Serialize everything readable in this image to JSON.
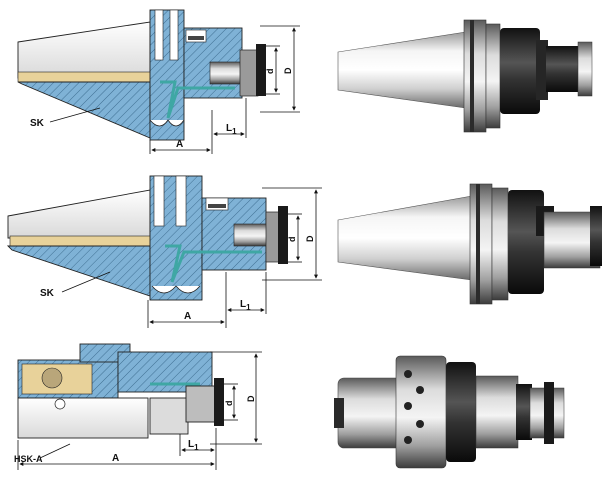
{
  "colors": {
    "section_fill": "#7fb2d6",
    "hatch": "#3f6f92",
    "brass": "#e8d29a",
    "steel_light": "#f2f2f2",
    "steel_mid": "#b9b9b9",
    "steel_dark": "#6e6e6e",
    "teal_channel": "#3fa7a4",
    "black_part": "#1a1a1a"
  },
  "drawings": [
    {
      "type_label": "SK",
      "dim_A": "A",
      "dim_L": "L",
      "dim_L_sub": "1",
      "dim_d": "d",
      "dim_D": "D"
    },
    {
      "type_label": "SK",
      "dim_A": "A",
      "dim_L": "L",
      "dim_L_sub": "1",
      "dim_d": "d",
      "dim_D": "D"
    },
    {
      "type_label": "HSK-A",
      "dim_A": "A",
      "dim_L": "L",
      "dim_L_sub": "1",
      "dim_d": "d",
      "dim_D": "D"
    }
  ],
  "photos": [
    {
      "icon": "sk-holder-photo-1"
    },
    {
      "icon": "sk-holder-photo-2"
    },
    {
      "icon": "hsk-holder-photo"
    }
  ]
}
